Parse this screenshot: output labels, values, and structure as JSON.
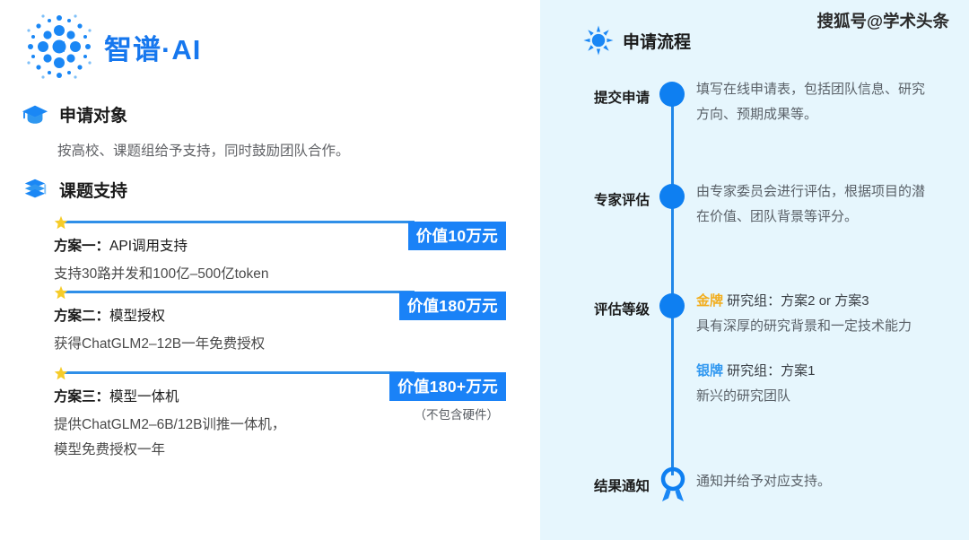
{
  "brand": {
    "name": "智谱·AI",
    "logo_icon": "zhipu-dot-logo",
    "color": "#1677ee"
  },
  "left": {
    "sections": [
      {
        "icon": "graduation-cap-icon",
        "title": "申请对象",
        "description": "按高校、课题组给予支持，同时鼓励团队合作。"
      },
      {
        "icon": "stacked-books-icon",
        "title": "课题支持"
      }
    ],
    "plans": [
      {
        "star_icon": "star-icon",
        "name_label": "方案一：",
        "name_rest": "API调用支持",
        "detail": "支持30路并发和100亿–500亿token",
        "badge": "价值10万元",
        "note": ""
      },
      {
        "star_icon": "star-icon",
        "name_label": "方案二：",
        "name_rest": "模型授权",
        "detail": "获得ChatGLM2–12B一年免费授权",
        "badge": "价值180万元",
        "note": ""
      },
      {
        "star_icon": "star-icon",
        "name_label": "方案三：",
        "name_rest": "模型一体机",
        "detail_line1": "提供ChatGLM2–6B/12B训推一体机，",
        "detail_line2": "模型免费授权一年",
        "badge": "价值180+万元",
        "note": "（不包含硬件）"
      }
    ]
  },
  "right": {
    "background": "#e6f6fd",
    "sun_icon": "sun-icon",
    "title": "申请流程",
    "watermark": "搜狐号@学术头条",
    "accent": "#0e7ff1",
    "steps": [
      {
        "label": "提交申请",
        "marker": "timeline-dot",
        "text": "填写在线申请表，包括团队信息、研究方向、预期成果等。"
      },
      {
        "label": "专家评估",
        "marker": "timeline-dot",
        "text": "由专家委员会进行评估，根据项目的潜在价值、团队背景等评分。"
      },
      {
        "label": "评估等级",
        "marker": "timeline-dot",
        "gold_tier": {
          "medal": "金牌",
          "medal_color": "#f2ad1d",
          "head_rest": " 研究组：方案2 or 方案3",
          "sub": "具有深厚的研究背景和一定技术能力"
        },
        "silver_tier": {
          "medal": "银牌",
          "medal_color": "#2f97f0",
          "head_rest": " 研究组：方案1",
          "sub": "新兴的研究团队"
        }
      },
      {
        "label": "结果通知",
        "marker": "award-ribbon-icon",
        "text": "通知并给予对应支持。"
      }
    ]
  }
}
